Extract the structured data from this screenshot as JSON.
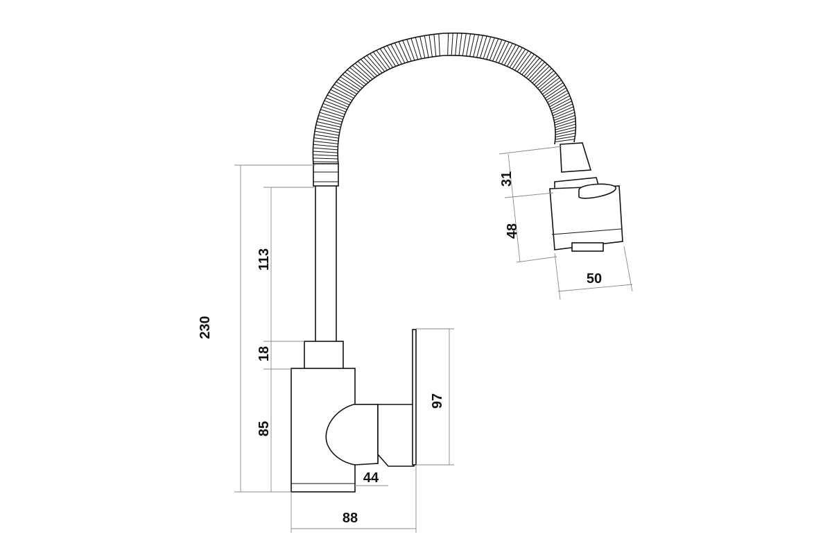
{
  "dimensions": {
    "total_height": "230",
    "spout_riser_height": "113",
    "collar_height": "18",
    "body_height": "85",
    "lever_height": "97",
    "lever_depth": "44",
    "base_width": "88",
    "head_connector_height": "31",
    "head_height": "48",
    "head_diameter": "50"
  },
  "icons": {
    "flexible_hose": "corrugated-hose-icon",
    "spray_head": "spray-head-icon"
  }
}
